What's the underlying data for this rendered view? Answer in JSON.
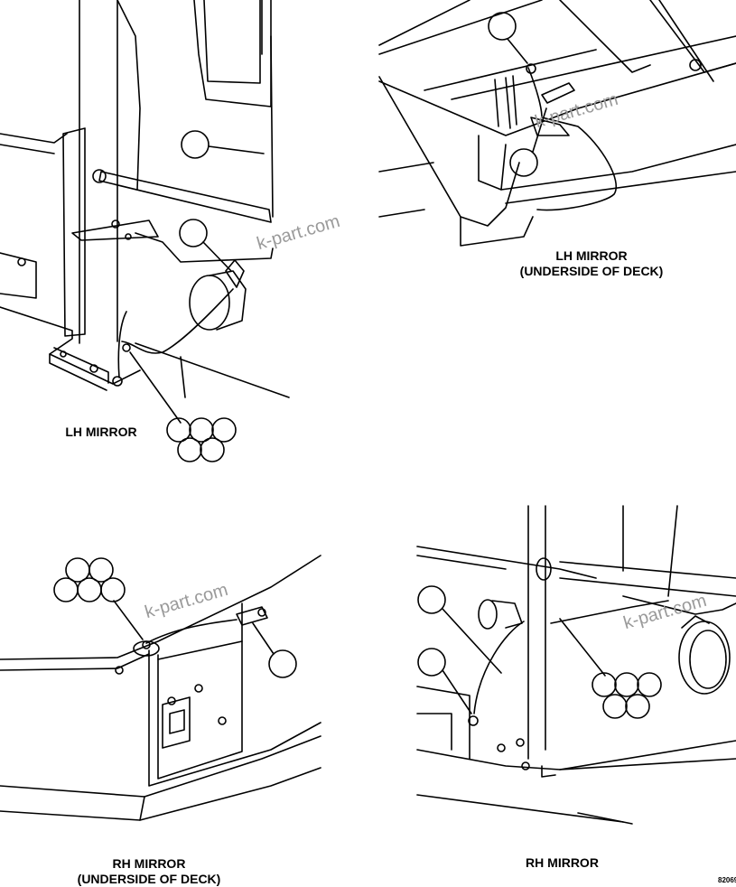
{
  "panels": [
    {
      "id": "lh-mirror",
      "caption": "LH MIRROR"
    },
    {
      "id": "lh-mirror-underside",
      "caption": "LH MIRROR\n(UNDERSIDE OF DECK)"
    },
    {
      "id": "rh-mirror-underside",
      "caption": "RH MIRROR\n(UNDERSIDE OF DECK)"
    },
    {
      "id": "rh-mirror",
      "caption": "RH MIRROR"
    }
  ],
  "watermark": "k-part.com",
  "document_number": "82069"
}
